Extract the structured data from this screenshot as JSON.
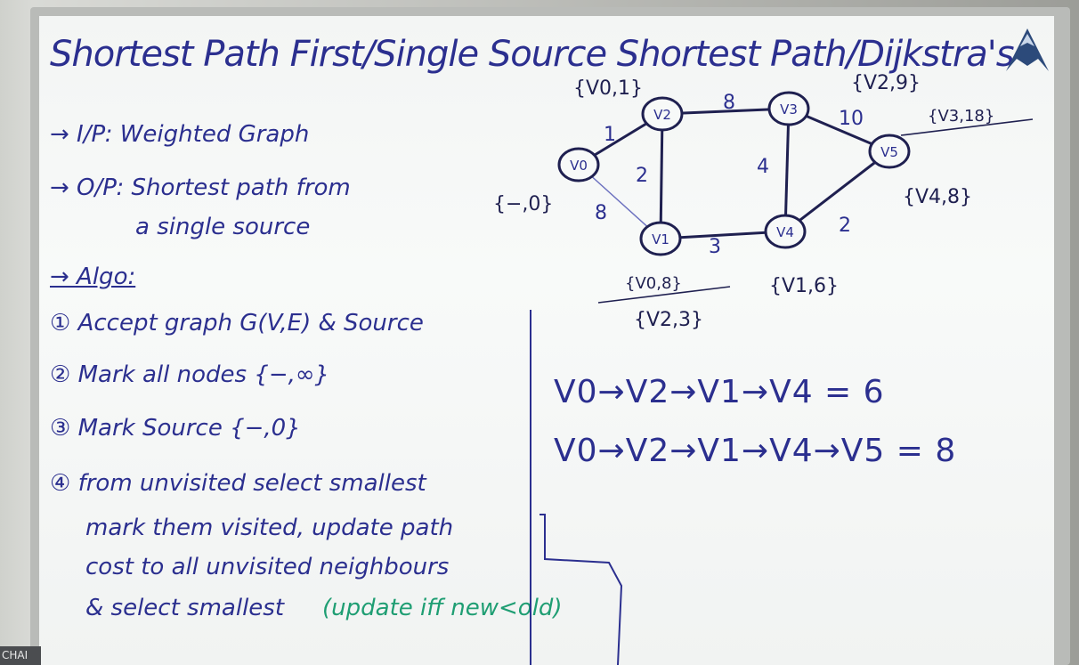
{
  "corner_label": "CHAI",
  "board": {
    "title": "Shortest Path First/Single Source Shortest Path/Dijkstra's",
    "notes": [
      "→ I/P: Weighted Graph",
      "→ O/P: Shortest path from",
      "a single source",
      "→ Algo:",
      "① Accept graph G(V,E) & Source",
      "② Mark all nodes {−,∞}",
      "③ Mark Source {−,0}",
      "④ from unvisited select smallest",
      "mark them visited, update path",
      "cost to all unvisited neighbours",
      "& select smallest"
    ],
    "note_green": "(update iff new<old)",
    "results": [
      "V0→V2→V1→V4 = 6",
      "V0→V2→V1→V4→V5 = 8"
    ]
  },
  "graph": {
    "nodes": [
      {
        "id": "V0",
        "label": "V0",
        "dist": "{−,0}"
      },
      {
        "id": "V2",
        "label": "V2",
        "dist": "{V0,1}"
      },
      {
        "id": "V1",
        "label": "V1",
        "dist_struck": "{V0,8}",
        "dist": "{V2,3}"
      },
      {
        "id": "V3",
        "label": "V3",
        "dist": "{V2,9}"
      },
      {
        "id": "V4",
        "label": "V4",
        "dist": "{V1,6}"
      },
      {
        "id": "V5",
        "label": "V5",
        "dist_struck": "{V3,18}",
        "dist": "{V4,8}"
      }
    ],
    "edges": [
      {
        "from": "V0",
        "to": "V2",
        "weight": "1"
      },
      {
        "from": "V0",
        "to": "V1",
        "weight": "8"
      },
      {
        "from": "V2",
        "to": "V1",
        "weight": "2"
      },
      {
        "from": "V2",
        "to": "V3",
        "weight": "8"
      },
      {
        "from": "V1",
        "to": "V4",
        "weight": "3"
      },
      {
        "from": "V3",
        "to": "V4",
        "weight": "4"
      },
      {
        "from": "V3",
        "to": "V5",
        "weight": "10"
      },
      {
        "from": "V4",
        "to": "V5",
        "weight": "2"
      }
    ]
  }
}
